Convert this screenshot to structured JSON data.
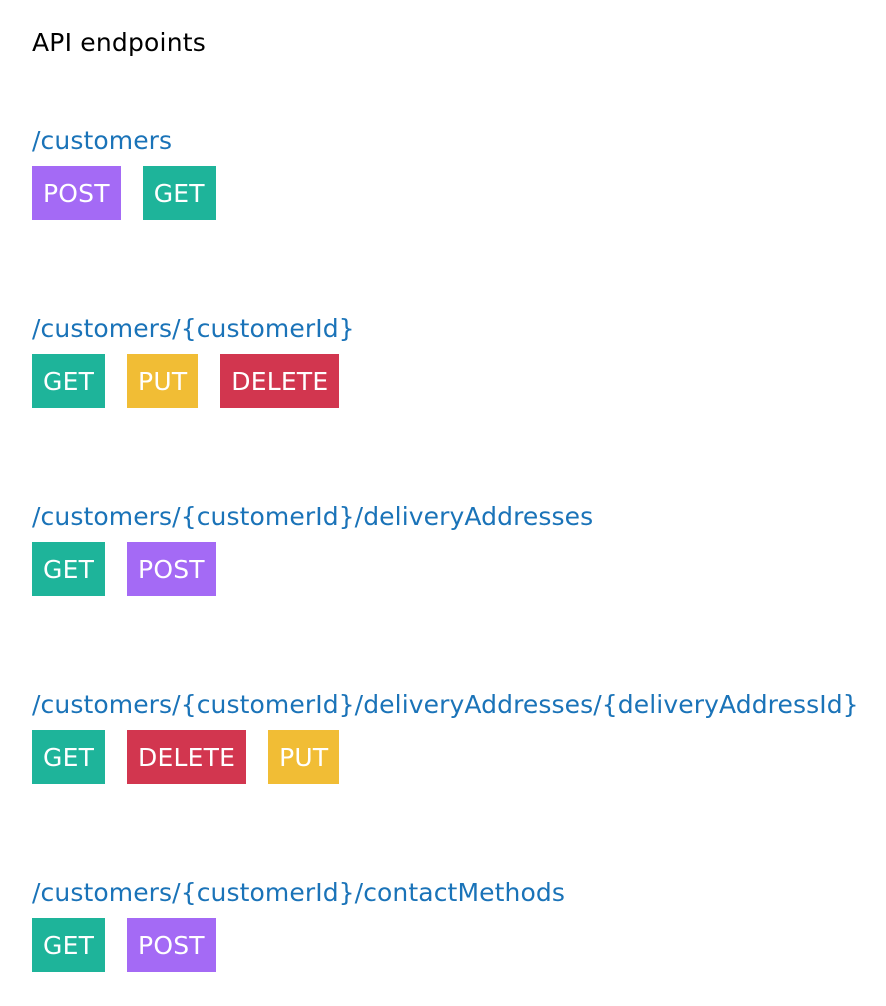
{
  "page": {
    "title": "API endpoints"
  },
  "method_colors": {
    "GET": "#1eb49a",
    "POST": "#a46af5",
    "PUT": "#f1bd35",
    "DELETE": "#d2364f"
  },
  "endpoints": [
    {
      "path": "/customers",
      "methods": [
        "POST",
        "GET"
      ]
    },
    {
      "path": "/customers/{customerId}",
      "methods": [
        "GET",
        "PUT",
        "DELETE"
      ]
    },
    {
      "path": "/customers/{customerId}/deliveryAddresses",
      "methods": [
        "GET",
        "POST"
      ]
    },
    {
      "path": "/customers/{customerId}/deliveryAddresses/{deliveryAddressId}",
      "methods": [
        "GET",
        "DELETE",
        "PUT"
      ]
    },
    {
      "path": "/customers/{customerId}/contactMethods",
      "methods": [
        "GET",
        "POST"
      ]
    }
  ]
}
